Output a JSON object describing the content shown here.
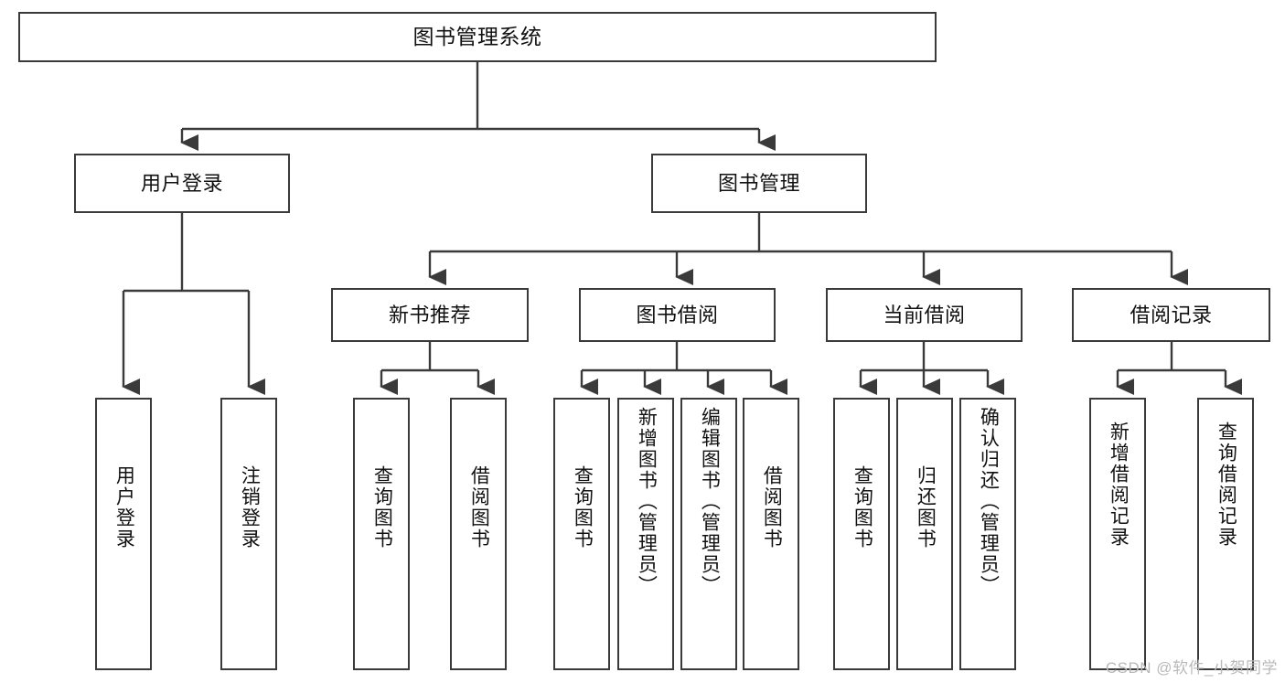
{
  "diagram": {
    "title": "图书管理系统",
    "type": "hierarchy-tree",
    "root": {
      "label": "图书管理系统"
    },
    "level1": [
      {
        "label": "用户登录"
      },
      {
        "label": "图书管理"
      }
    ],
    "level2": [
      {
        "label": "新书推荐"
      },
      {
        "label": "图书借阅"
      },
      {
        "label": "当前借阅"
      },
      {
        "label": "借阅记录"
      }
    ],
    "leaves": {
      "user_login": [
        {
          "label": "用户登录"
        },
        {
          "label": "注销登录"
        }
      ],
      "new_book_recommend": [
        {
          "label": "查询图书"
        },
        {
          "label": "借阅图书"
        }
      ],
      "book_borrow": [
        {
          "label": "查询图书"
        },
        {
          "label": "新增图书（管理员）"
        },
        {
          "label": "编辑图书（管理员）"
        },
        {
          "label": "借阅图书"
        }
      ],
      "current_borrow": [
        {
          "label": "查询图书"
        },
        {
          "label": "归还图书"
        },
        {
          "label": "确认归还（管理员）"
        }
      ],
      "borrow_record": [
        {
          "label": "新增借阅记录"
        },
        {
          "label": "查询借阅记录"
        }
      ]
    },
    "watermark": "CSDN @软件_小贺同学",
    "colors": {
      "stroke": "#3a3a3a",
      "box_fill": "#ffffff",
      "text": "#111111",
      "watermark": "#b9b9b9",
      "background": "#ffffff"
    }
  }
}
